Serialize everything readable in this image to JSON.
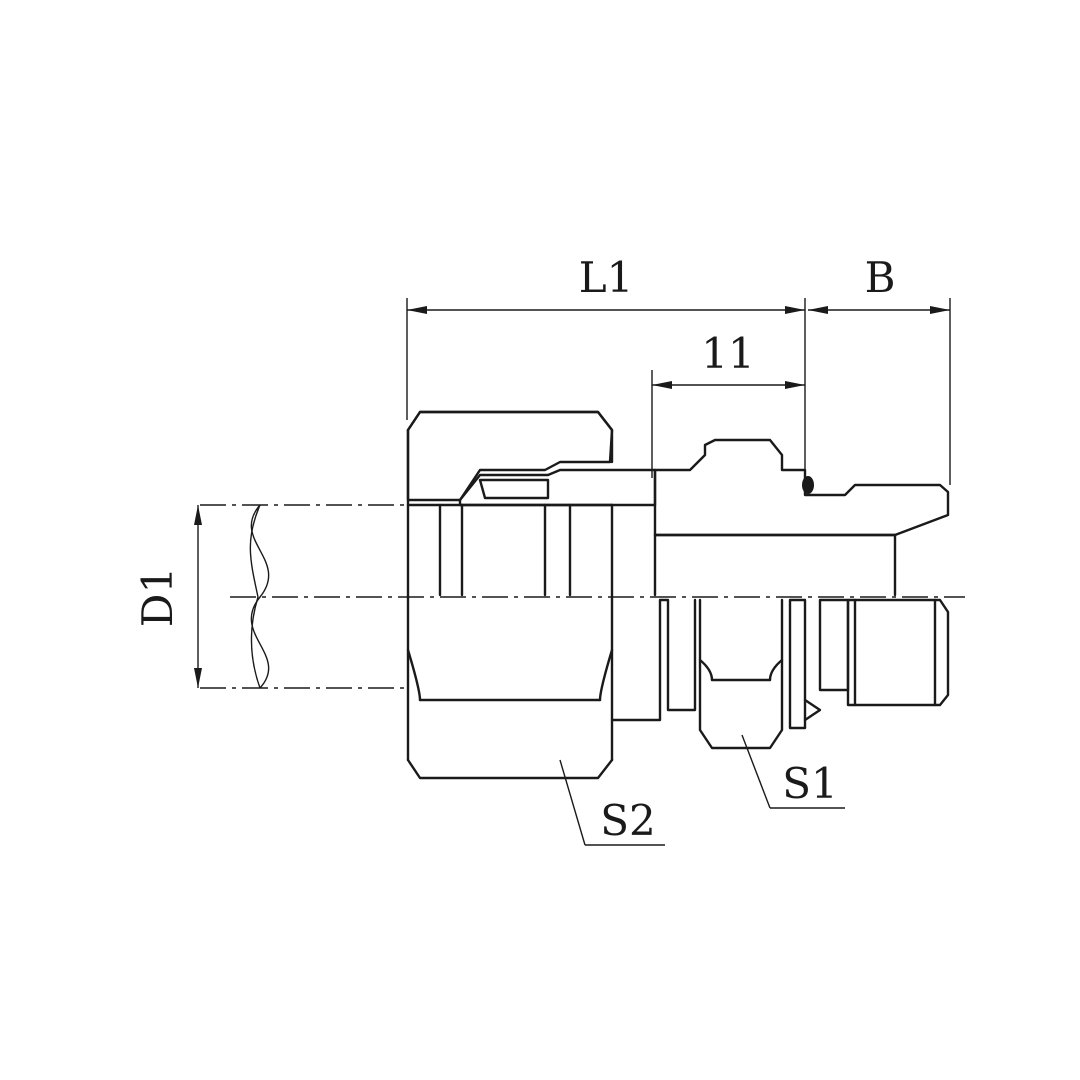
{
  "drawing": {
    "labels": {
      "L1": "L1",
      "B": "B",
      "l1": "11",
      "D1": "D1",
      "S1": "S1",
      "S2": "S2"
    }
  }
}
